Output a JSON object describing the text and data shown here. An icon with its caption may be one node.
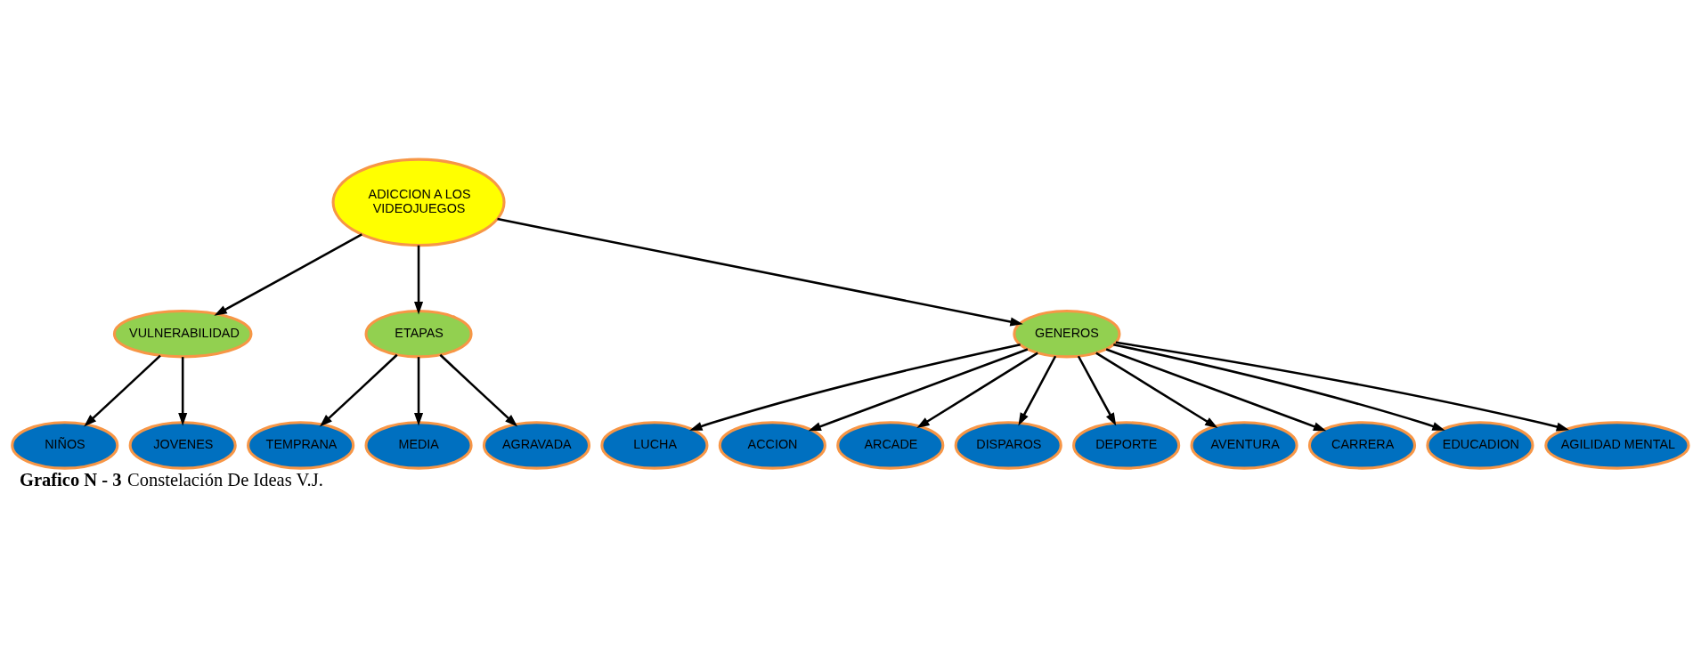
{
  "diagram": {
    "caption": "**Grafico N - 3** Constelación De Ideas V.J.",
    "nodes": [
      {
        "text": [
          "ADICCION A LOS VIDEOJUEGOS"
        ]
      },
      {
        "text": [
          "VULNERABILIDAD"
        ]
      },
      {
        "text": [
          "NIÑOS"
        ]
      },
      {
        "text": [
          "JOVENES"
        ]
      },
      {
        "text": [
          "ETAPAS"
        ]
      },
      {
        "text": [
          "TEMPRANA"
        ]
      },
      {
        "text": [
          "MEDIA"
        ]
      },
      {
        "text": [
          "AGRAVADA"
        ]
      },
      {
        "text": [
          "GENEROS"
        ]
      },
      {
        "text": [
          "LUCHA"
        ]
      },
      {
        "text": [
          "ACCION"
        ]
      },
      {
        "text": [
          "ARCADE"
        ]
      },
      {
        "text": [
          "DISPAROS"
        ]
      },
      {
        "text": [
          "DEPORTE"
        ]
      },
      {
        "text": [
          "AVENTURA"
        ]
      },
      {
        "text": [
          "CARRERA"
        ]
      },
      {
        "text": [
          "EDUCADION"
        ]
      },
      {
        "text": [
          "AGILIDAD MENTAL"
        ]
      }
    ],
    "edges": [
      {
        "from": 0,
        "to": 1,
        "arrow": "to"
      },
      {
        "from": 1,
        "to": 2,
        "arrow": "to"
      },
      {
        "from": 1,
        "to": 3,
        "arrow": "to"
      },
      {
        "from": 0,
        "to": 4,
        "arrow": "to"
      },
      {
        "from": 4,
        "to": 5,
        "arrow": "to"
      },
      {
        "from": 4,
        "to": 6,
        "arrow": "to"
      },
      {
        "from": 4,
        "to": 7,
        "arrow": "to"
      },
      {
        "from": 0,
        "to": 8,
        "arrow": "to"
      },
      {
        "from": 8,
        "to": 9,
        "arrow": "to"
      },
      {
        "from": 8,
        "to": 10,
        "arrow": "to"
      },
      {
        "from": 8,
        "to": 11,
        "arrow": "to"
      },
      {
        "from": 8,
        "to": 12,
        "arrow": "to"
      },
      {
        "from": 8,
        "to": 13,
        "arrow": "to"
      },
      {
        "from": 8,
        "to": 14,
        "arrow": "to"
      },
      {
        "from": 8,
        "to": 15,
        "arrow": "to"
      },
      {
        "from": 8,
        "to": 16,
        "arrow": "to"
      },
      {
        "from": 8,
        "to": 17,
        "arrow": "to"
      }
    ]
  }
}
